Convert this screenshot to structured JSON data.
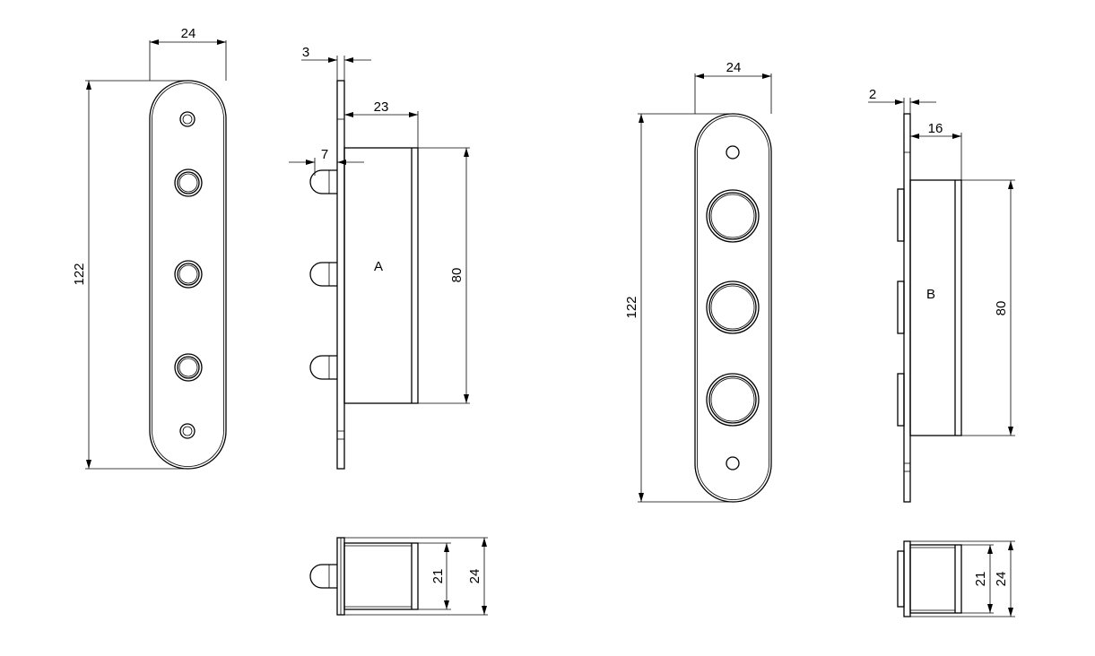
{
  "part_a": {
    "label": "A",
    "front": {
      "width": "24",
      "height": "122"
    },
    "side": {
      "plate_thickness": "3",
      "body_depth": "23",
      "pin_protrusion": "7",
      "body_height": "80"
    },
    "bottom": {
      "inner": "21",
      "outer": "24"
    }
  },
  "part_b": {
    "label": "B",
    "front": {
      "width": "24",
      "height": "122"
    },
    "side": {
      "plate_thickness": "2",
      "body_depth": "16",
      "body_height": "80"
    },
    "bottom": {
      "inner": "21",
      "outer": "24"
    }
  },
  "colors": {
    "line": "#000000",
    "background": "#ffffff"
  }
}
